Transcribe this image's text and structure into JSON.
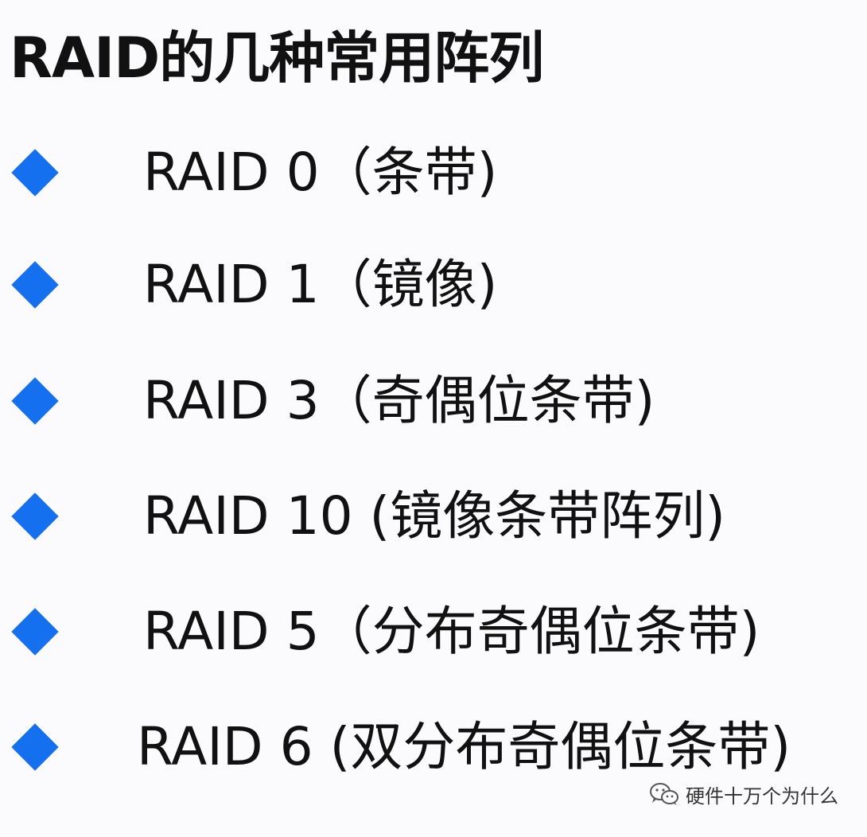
{
  "title": "RAID的几种常用阵列",
  "items": [
    {
      "label": "RAID 0（条带)"
    },
    {
      "label": "RAID 1（镜像)"
    },
    {
      "label": "RAID 3（奇偶位条带)"
    },
    {
      "label": "RAID 10 (镜像条带阵列)"
    },
    {
      "label": "RAID 5（分布奇偶位条带)"
    },
    {
      "label": "RAID 6 (双分布奇偶位条带)"
    }
  ],
  "watermark": {
    "icon": "wechat-icon",
    "text": "硬件十万个为什么"
  },
  "colors": {
    "bullet": "#1570f0",
    "text": "#111111",
    "background": "#fbfbfd"
  }
}
